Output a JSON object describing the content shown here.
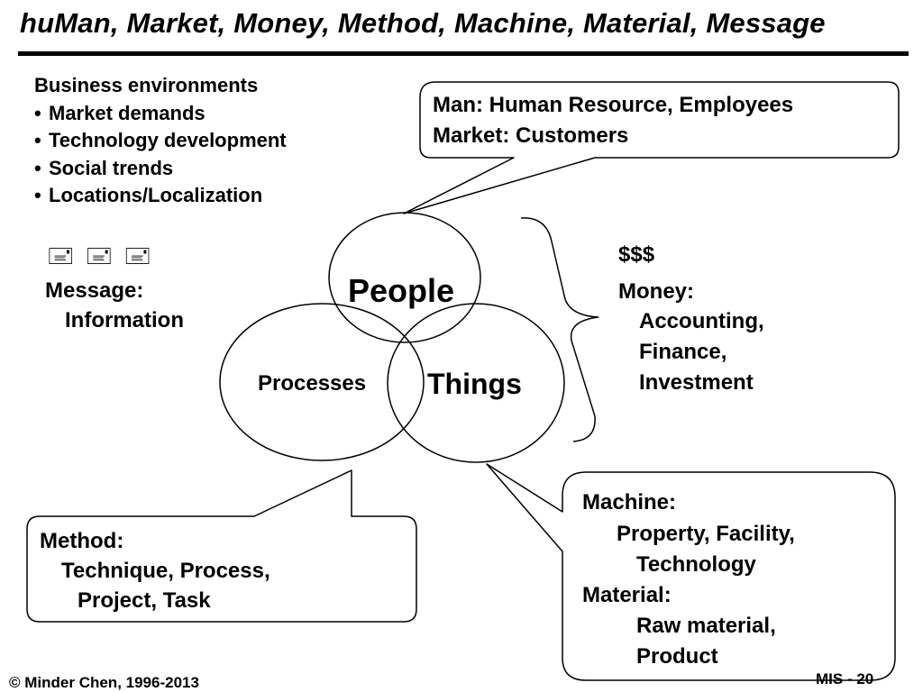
{
  "title": "huMan, Market, Money, Method, Machine, Material, Message",
  "business": {
    "heading": "Business environments",
    "bullet": "•",
    "items": [
      "Market demands",
      "Technology development",
      "Social trends",
      "Locations/Localization"
    ]
  },
  "mail_glyphs": "🖃 🖃 🖃",
  "message": {
    "label": "Message:",
    "value": "Information"
  },
  "circles": {
    "people": "People",
    "processes": "Processes",
    "things": "Things"
  },
  "man_callout": {
    "line1": "Man: Human Resource, Employees",
    "line2": "Market: Customers"
  },
  "money": {
    "symbol": "$$$",
    "label": "Money:",
    "items": [
      "Accounting,",
      "Finance,",
      "Investment"
    ]
  },
  "method_callout": {
    "label": "Method:",
    "line1": "Technique, Process,",
    "line2": "Project, Task"
  },
  "machine_callout": {
    "machine_label": "Machine:",
    "machine_line1": "Property, Facility,",
    "machine_line2": "Technology",
    "material_label": "Material:",
    "material_line1": "Raw material,",
    "material_line2": "Product"
  },
  "footer": "© Minder Chen, 1996-2013",
  "page_number": "MIS - 20"
}
